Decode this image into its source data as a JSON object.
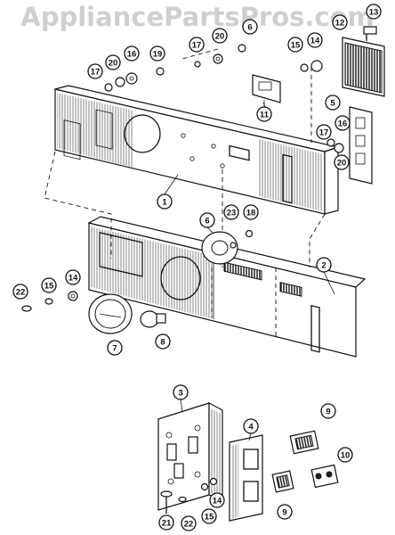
{
  "watermark": "AppliancePartsPros.com",
  "callouts": {
    "c1": "1",
    "c2": "2",
    "c3": "3",
    "c4": "4",
    "c5": "5",
    "c6a": "6",
    "c6b": "6",
    "c7": "7",
    "c8": "8",
    "c9a": "9",
    "c9b": "9",
    "c10": "10",
    "c11": "11",
    "c12": "12",
    "c13": "13",
    "c14a": "14",
    "c14b": "14",
    "c14c": "14",
    "c15a": "15",
    "c15b": "15",
    "c15c": "15",
    "c16a": "16",
    "c16b": "16",
    "c17a": "17",
    "c17b": "17",
    "c17c": "17",
    "c18": "18",
    "c19": "19",
    "c20a": "20",
    "c20b": "20",
    "c20c": "20",
    "c21": "21",
    "c22a": "22",
    "c22b": "22",
    "c23": "23"
  }
}
